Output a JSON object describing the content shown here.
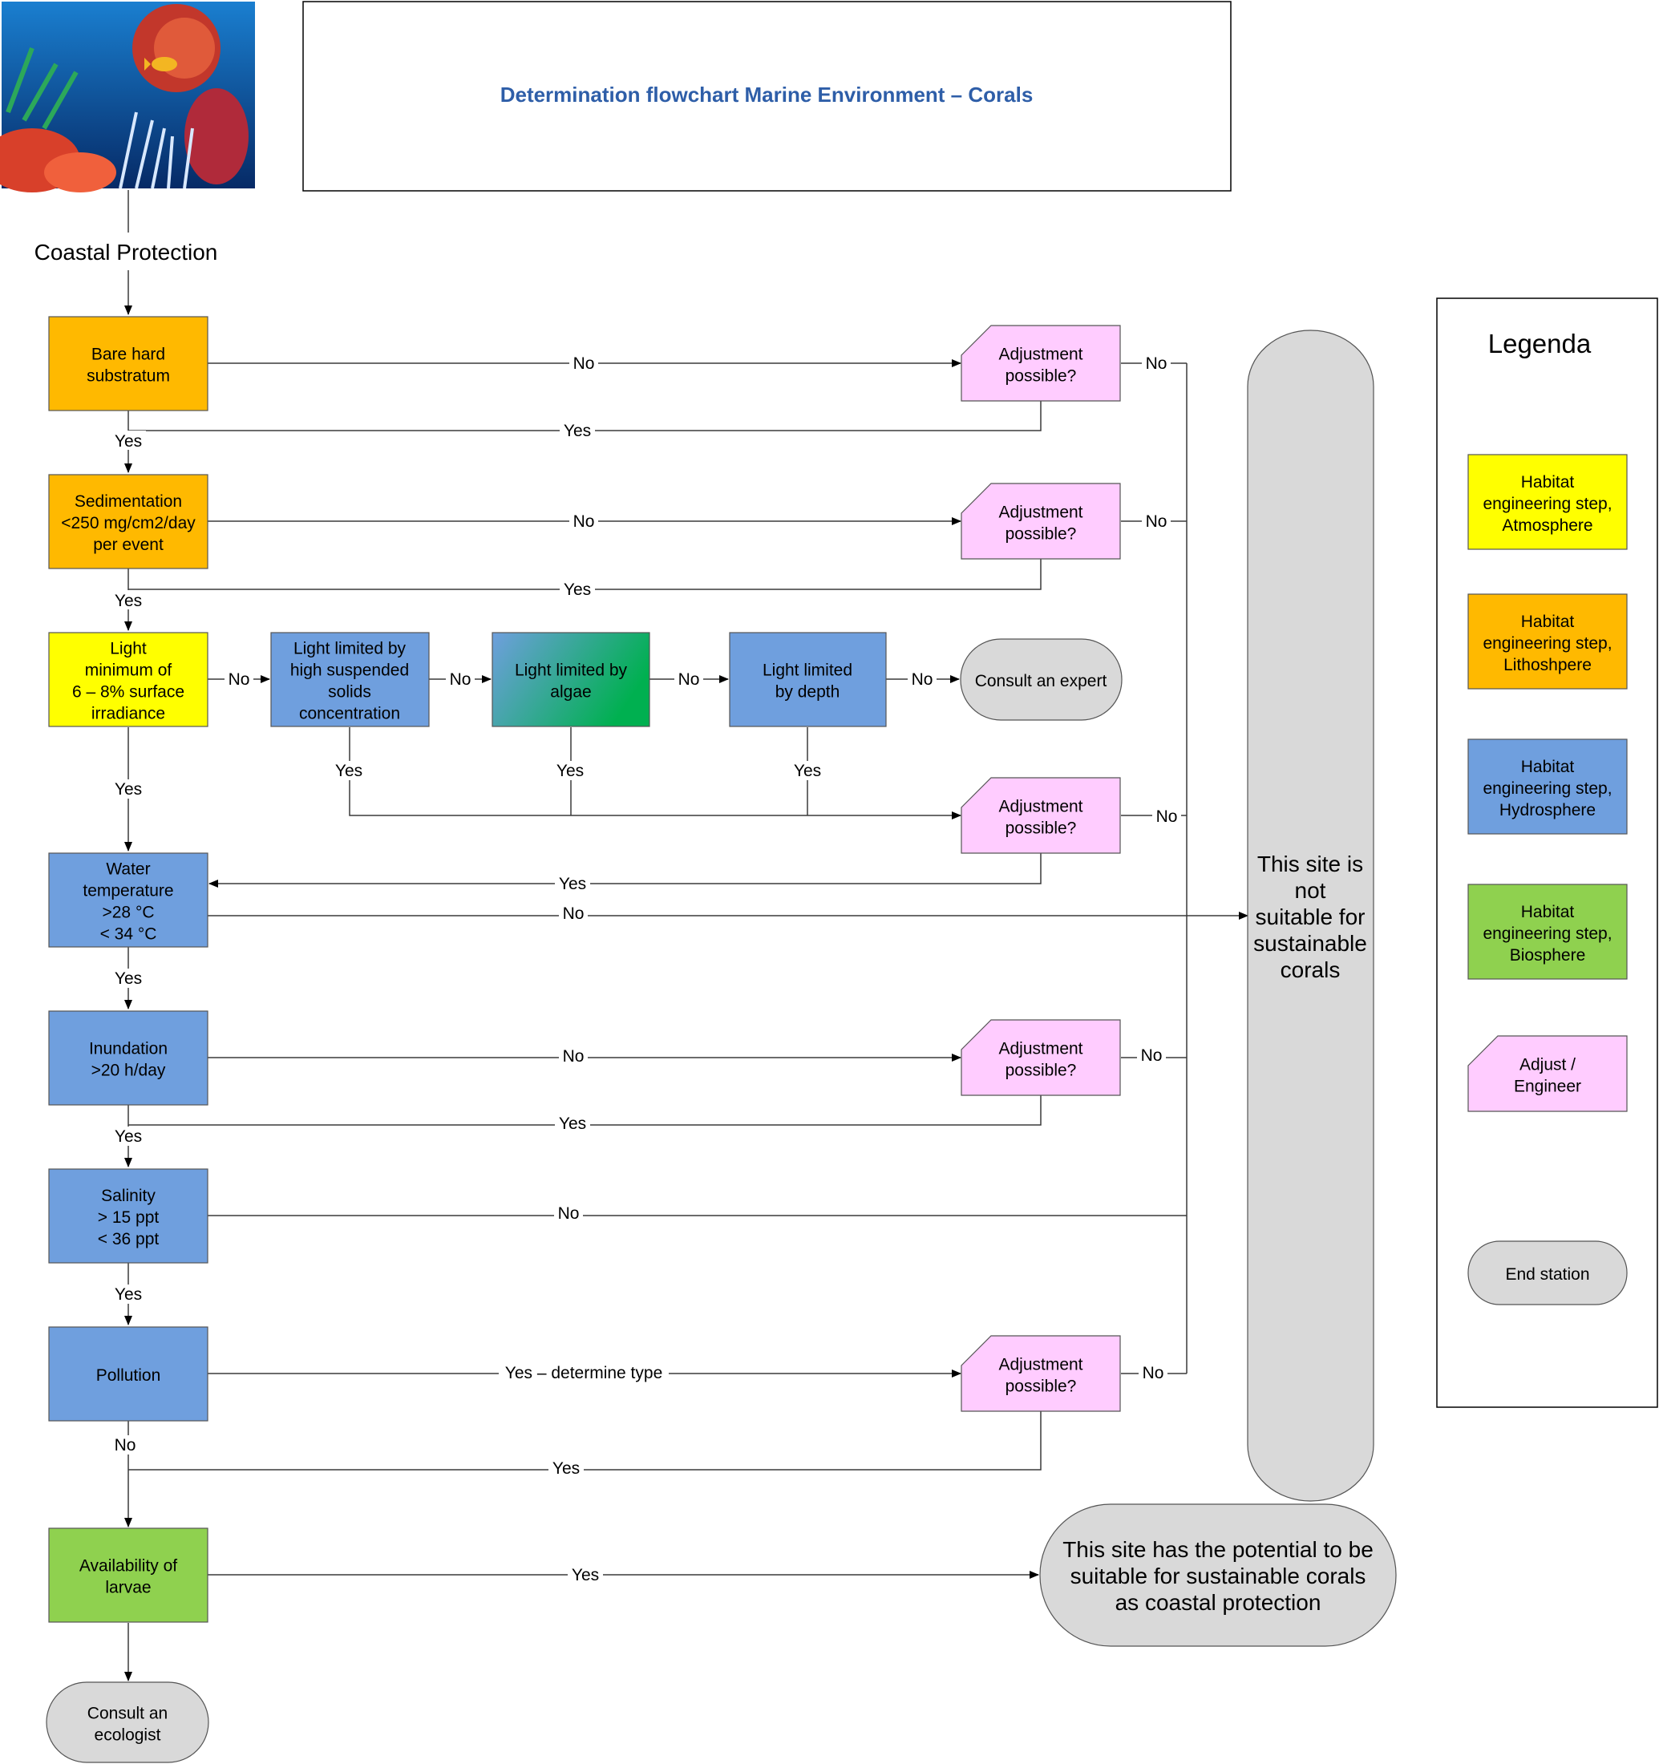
{
  "title": "Determination flowchart Marine Environment – Corals",
  "photo": "coral-reef-photo",
  "start_label": "Coastal Protection",
  "colors": {
    "atmosphere": "#ffff00",
    "lithosphere": "#ffb900",
    "hydrosphere": "#6f9fde",
    "biosphere": "#8fd14f",
    "adjust": "#ffccff",
    "end": "#d9d9d9",
    "title": "#2e5ea8"
  },
  "nodes": {
    "bare": "Bare hard\nsubstratum",
    "sed": "Sedimentation\n<250 mg/cm2/day\nper event",
    "light": "Light\nminimum of\n6 – 8%  surface\nirradiance",
    "lhss": "Light limited by\nhigh suspended\nsolids\nconcentration",
    "lalg": "Light limited by\nalgae",
    "ldep": "Light limited\nby depth",
    "expert": "Consult an expert",
    "water": "Water\ntemperature\n>28 °C\n< 34 °C",
    "inund": "Inundation\n>20 h/day",
    "sal": "Salinity\n> 15 ppt\n< 36 ppt",
    "poll": "Pollution",
    "larvae": "Availability of\nlarvae",
    "ecologist": "Consult an\necologist",
    "adj1": "Adjustment\npossible?",
    "adj2": "Adjustment\npossible?",
    "adj3": "Adjustment\npossible?",
    "adj4": "Adjustment\npossible?",
    "adj5": "Adjustment\npossible?",
    "notsuitable": "This site is\nnot\nsuitable for\nsustainable\ncorals",
    "potential": "This site has the potential to be\nsuitable for sustainable corals\nas coastal protection"
  },
  "edge_labels": {
    "bare_no": "No",
    "adj1_no": "No",
    "adj1_yes": "Yes",
    "bare_yes": "Yes",
    "sed_no": "No",
    "adj2_no": "No",
    "adj2_yes": "Yes",
    "sed_yes": "Yes",
    "light_no": "No",
    "lhss_no": "No",
    "lalg_no": "No",
    "ldep_no": "No",
    "lhss_yes": "Yes",
    "lalg_yes": "Yes",
    "ldep_yes": "Yes",
    "adj3_no": "No",
    "light_yes": "Yes",
    "adj3_yes": "Yes",
    "water_no": "No",
    "water_yes": "Yes",
    "inund_no": "No",
    "adj4_no": "No",
    "adj4_yes": "Yes",
    "inund_yes": "Yes",
    "sal_no": "No",
    "sal_yes": "Yes",
    "poll_yes": "Yes – determine type",
    "adj5_no": "No",
    "poll_no": "No",
    "adj5_yes": "Yes",
    "larvae_yes": "Yes"
  },
  "legend": {
    "title": "Legenda",
    "atmosphere": "Habitat\nengineering step,\nAtmosphere",
    "lithosphere": "Habitat\nengineering step,\nLithoshpere",
    "hydrosphere": "Habitat\nengineering step,\nHydrosphere",
    "biosphere": "Habitat\nengineering step,\nBiosphere",
    "adjust": "Adjust /\nEngineer",
    "end": "End station"
  }
}
